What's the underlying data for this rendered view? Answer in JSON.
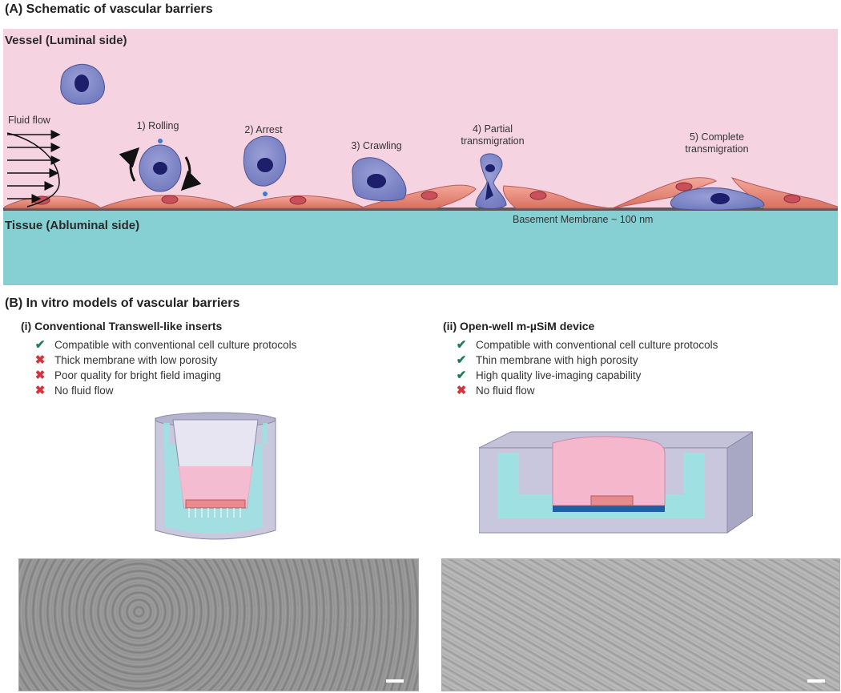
{
  "panel_a": {
    "title": "(A) Schematic of vascular barriers",
    "vessel_label": "Vessel (Luminal side)",
    "tissue_label": "Tissue (Abluminal side)",
    "fluid_flow_label": "Fluid flow",
    "steps": [
      "1) Rolling",
      "2) Arrest",
      "3) Crawling",
      "4) Partial\ntransmigration",
      "5) Complete\ntransmigration"
    ],
    "membrane_label": "Basement Membrane ~ 100 nm",
    "colors": {
      "vessel": "#f6d3e0",
      "tissue": "#86cfd3",
      "cell": "#7b82c4",
      "nucleus": "#1d1f6b",
      "endothelium": "#e98a7c"
    }
  },
  "panel_b": {
    "title": "(B) In vitro models of vascular barriers",
    "left": {
      "title": "(i) Conventional Transwell-like inserts",
      "items": [
        {
          "text": "Compatible with conventional cell culture protocols",
          "ok": true
        },
        {
          "text": "Thick membrane with low porosity",
          "ok": false
        },
        {
          "text": "Poor quality for bright field imaging",
          "ok": false
        },
        {
          "text": "No fluid flow",
          "ok": false
        }
      ]
    },
    "right": {
      "title": "(ii) Open-well m-µSiM device",
      "items": [
        {
          "text": "Compatible with conventional cell culture protocols",
          "ok": true
        },
        {
          "text": "Thin membrane with high porosity",
          "ok": true
        },
        {
          "text": "High quality live-imaging capability",
          "ok": true
        },
        {
          "text": "No fluid flow",
          "ok": false
        }
      ]
    },
    "check_glyph": "✔",
    "cross_glyph": "✖"
  }
}
